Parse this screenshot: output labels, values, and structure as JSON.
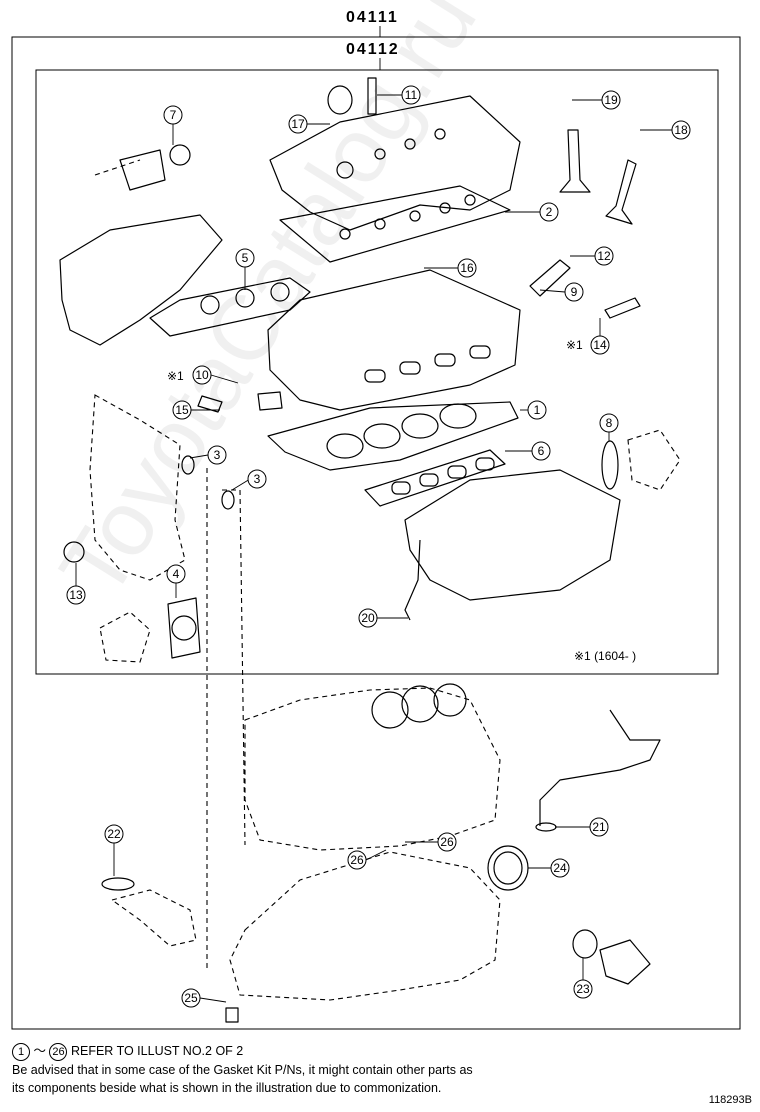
{
  "kit_codes": {
    "outer": "04111",
    "inner": "04112"
  },
  "callouts": [
    "1",
    "2",
    "3",
    "3",
    "4",
    "5",
    "6",
    "7",
    "8",
    "9",
    "10",
    "11",
    "12",
    "13",
    "14",
    "15",
    "16",
    "17",
    "18",
    "19",
    "20",
    "21",
    "22",
    "23",
    "24",
    "25",
    "26",
    "26"
  ],
  "notes": {
    "mark1_a": "※1",
    "mark1_b": "※1",
    "date_range": "※1 (1604-        )"
  },
  "footer": {
    "range_start": "1",
    "range_sep": "～",
    "range_end": "26",
    "refer_text": "REFER TO ILLUST NO.2 OF 2",
    "line2": "Be advised that in some case of the Gasket Kit P/Ns,  it might contain other parts as",
    "line3": "its components beside what is shown in the illustration due to commonization."
  },
  "reference_number": "118293B",
  "watermark": "ToyotaCatalog.ru"
}
